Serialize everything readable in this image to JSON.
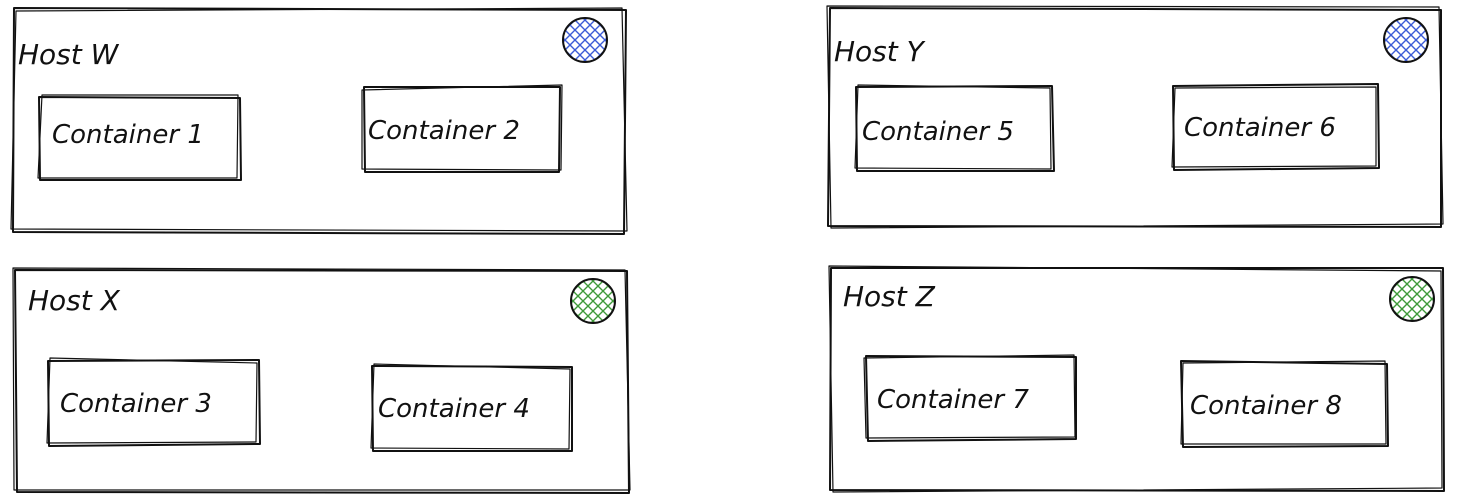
{
  "hosts": [
    {
      "label": "Host W",
      "status_color": "#3b5bd6",
      "containers": [
        {
          "label": "Container 1"
        },
        {
          "label": "Container 2"
        }
      ]
    },
    {
      "label": "Host Y",
      "status_color": "#3b5bd6",
      "containers": [
        {
          "label": "Container 5"
        },
        {
          "label": "Container 6"
        }
      ]
    },
    {
      "label": "Host X",
      "status_color": "#3f9a3a",
      "containers": [
        {
          "label": "Container 3"
        },
        {
          "label": "Container 4"
        }
      ]
    },
    {
      "label": "Host Z",
      "status_color": "#3f9a3a",
      "containers": [
        {
          "label": "Container 7"
        },
        {
          "label": "Container 8"
        }
      ]
    }
  ]
}
